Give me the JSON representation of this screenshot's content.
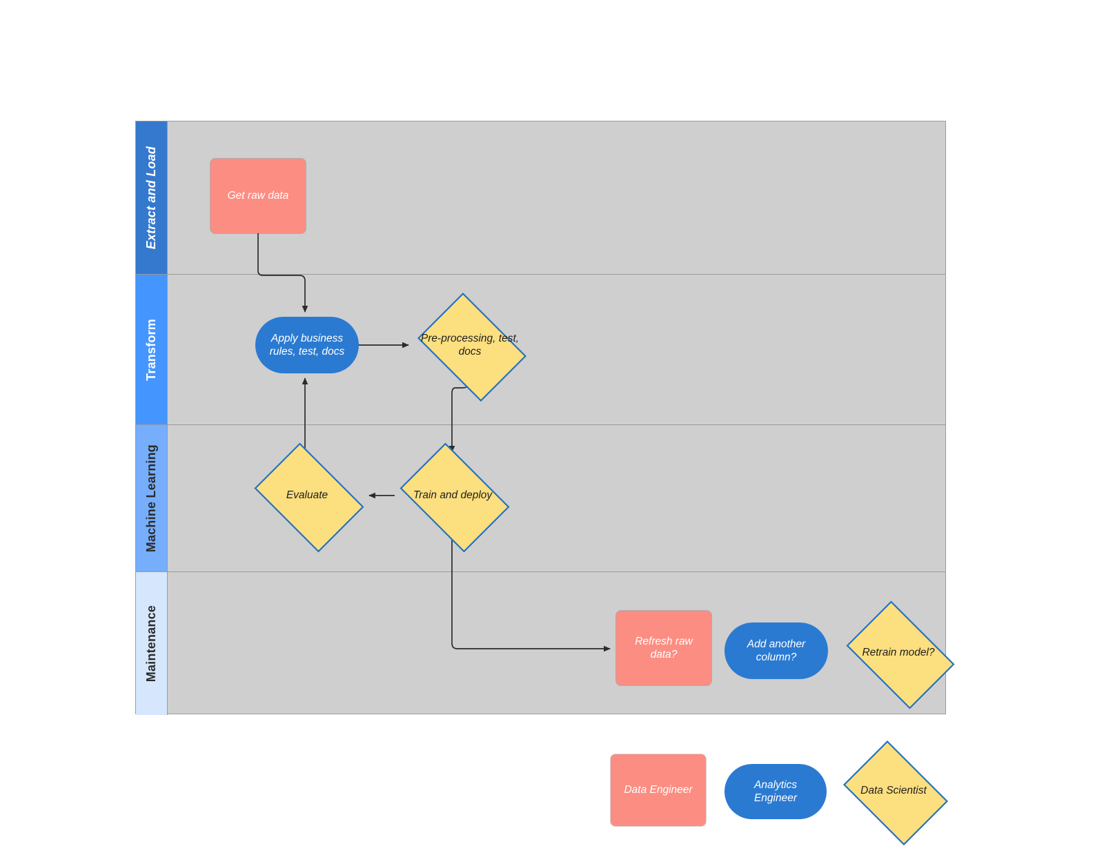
{
  "diagram": {
    "type": "swimlane-flowchart",
    "title": "",
    "lanes": [
      {
        "id": "extract-and-load",
        "label": "Extract and Load",
        "header_color": "#3579cf",
        "label_color": "#ffffff",
        "lane_color": "#cfcfcf"
      },
      {
        "id": "transform",
        "label": "Transform",
        "header_color": "#4595ff",
        "label_color": "#ffffff",
        "lane_color": "#cfcfcf"
      },
      {
        "id": "machine-learning",
        "label": "Machine Learning",
        "header_color": "#76aefc",
        "label_color": "#2b2b2b",
        "lane_color": "#cfcfcf"
      },
      {
        "id": "maintenance",
        "label": "Maintenance",
        "header_color": "#d6e6fd",
        "label_color": "#2b2b2b",
        "lane_color": "#cfcfcf"
      }
    ],
    "nodes": [
      {
        "id": "get-raw-data",
        "label": "Get raw data",
        "shape": "rect",
        "lane": "extract-and-load"
      },
      {
        "id": "apply-rules",
        "label": "Apply business rules, test, docs",
        "shape": "pill",
        "lane": "transform"
      },
      {
        "id": "pre-processing",
        "label": "Pre-processing, test, docs",
        "shape": "diamond",
        "lane": "transform"
      },
      {
        "id": "evaluate",
        "label": "Evaluate",
        "shape": "diamond",
        "lane": "machine-learning"
      },
      {
        "id": "train-and-deploy",
        "label": "Train and deploy",
        "shape": "diamond",
        "lane": "machine-learning"
      },
      {
        "id": "refresh-raw-data",
        "label": "Refresh raw data?",
        "shape": "rect",
        "lane": "maintenance"
      },
      {
        "id": "add-another-column",
        "label": "Add another column?",
        "shape": "pill",
        "lane": "maintenance"
      },
      {
        "id": "retrain-model",
        "label": "Retrain model?",
        "shape": "diamond",
        "lane": "maintenance"
      }
    ],
    "edges": [
      {
        "from": "get-raw-data",
        "to": "apply-rules",
        "label": ""
      },
      {
        "from": "apply-rules",
        "to": "pre-processing",
        "label": ""
      },
      {
        "from": "pre-processing",
        "to": "train-and-deploy",
        "label": ""
      },
      {
        "from": "train-and-deploy",
        "to": "evaluate",
        "label": ""
      },
      {
        "from": "evaluate",
        "to": "apply-rules",
        "label": ""
      },
      {
        "from": "train-and-deploy",
        "to": "refresh-raw-data",
        "label": ""
      }
    ]
  },
  "legend": {
    "title": "",
    "items": [
      {
        "id": "data-engineer",
        "label": "Data Engineer",
        "shape": "rect",
        "color": "#fc8d82"
      },
      {
        "id": "analytics-engineer",
        "label": "Analytics Engineer",
        "shape": "pill",
        "color": "#2a7ad2"
      },
      {
        "id": "data-scientist",
        "label": "Data Scientist",
        "shape": "diamond",
        "color": "#fcdf7f"
      }
    ]
  },
  "colors": {
    "rect_fill": "#fc8d82",
    "pill_fill": "#2a7ad2",
    "diamond_fill": "#fcdf7f",
    "diamond_stroke": "#1f6fc4",
    "lane_fill": "#cfcfcf",
    "lane_border": "#9a9a9a",
    "connector": "#2b2b2b"
  }
}
